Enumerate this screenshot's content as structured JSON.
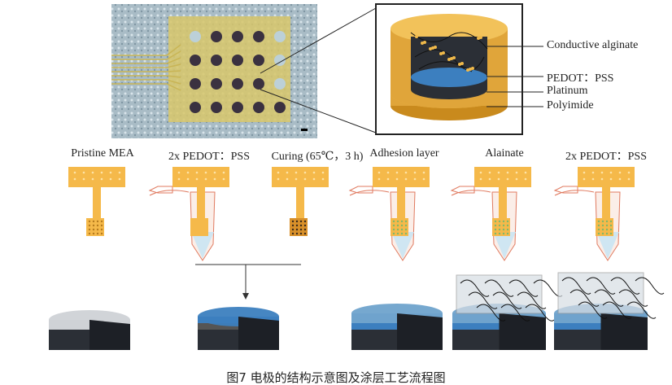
{
  "inset_labels": [
    "Conductive alginate",
    "PEDOT：PSS",
    "Platinum",
    "Polyimide"
  ],
  "steps": [
    "Pristine MEA",
    "2x PEDOT：PSS",
    "Curing (65℃，3 h)",
    "Adhesion layer",
    "Alainate",
    "2x PEDOT：PSS"
  ],
  "caption": "图7 电极的结构示意图及涂层工艺流程图",
  "colors": {
    "gold": "#f5b94a",
    "polyimide": "#e0a53a",
    "pedot": "#3c7fbf",
    "platinum": "#2b2f36",
    "gray": "#cfd2d6"
  }
}
